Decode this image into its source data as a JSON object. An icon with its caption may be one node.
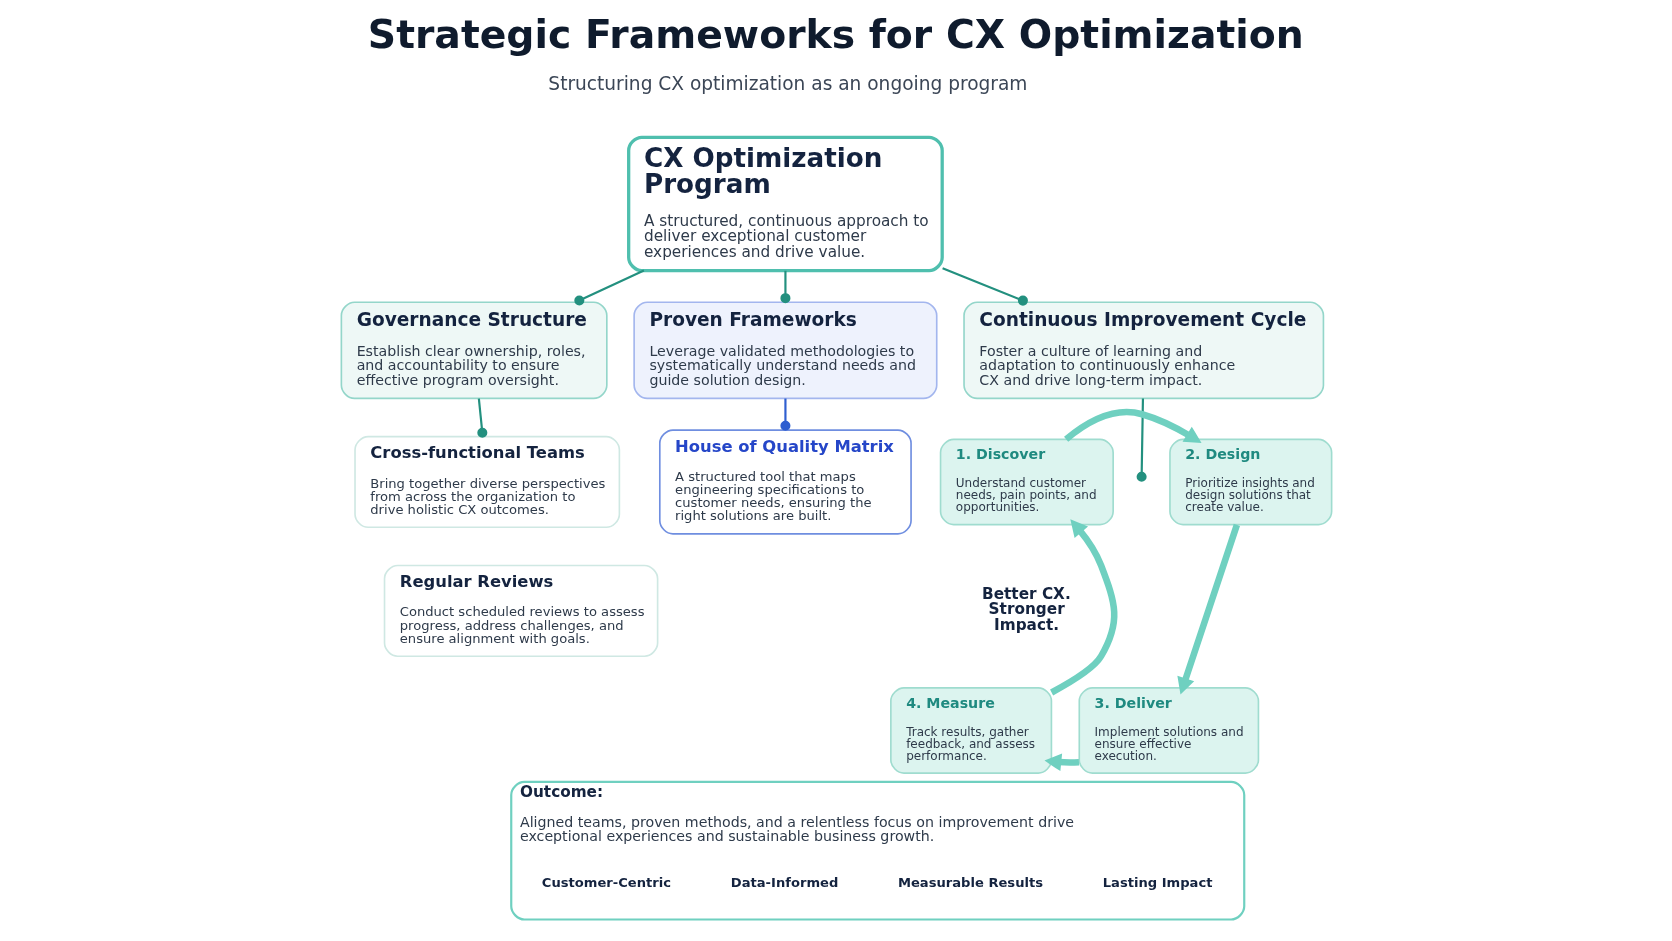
{
  "diagram": {
    "title": "Strategic Frameworks for CX Optimization",
    "nodes": [
      {
        "text": [
          "CX Optimization Program",
          "A structured, continuous approach to deliver exceptional customer experiences and drive value."
        ]
      },
      {
        "text": [
          "Governance Structure",
          "Establish clear ownership, roles, and accountability to ensure effective program oversight."
        ]
      },
      {
        "text": [
          "Proven Frameworks",
          "Leverage validated methodologies to systematically understand needs and guide solution design."
        ]
      },
      {
        "text": [
          "Continuous Improvement Cycle",
          "Foster a culture of learning and adaptation to continuously enhance CX and drive long-term impact."
        ]
      },
      {
        "text": [
          "Cross-functional Teams",
          "Bring together diverse perspectives from across the organization to drive holistic CX outcomes."
        ]
      },
      {
        "text": [
          "Regular Reviews",
          "Conduct scheduled reviews to assess progress, address challenges, and ensure alignment with goals."
        ]
      },
      {
        "text": [
          "House of Quality Matrix",
          "A structured tool that maps engineering specifications to customer needs, ensuring the right solutions are built."
        ]
      },
      {
        "text": [
          "1. Discover",
          "Understand customer needs, pain points, and opportunities."
        ]
      },
      {
        "text": [
          "2. Design",
          "Prioritize insights and design solutions that create value."
        ]
      },
      {
        "text": [
          "4. Measure",
          "Track results, gather feedback, and assess performance."
        ]
      },
      {
        "text": [
          "3. Deliver",
          "Implement solutions and ensure effective execution."
        ]
      },
      {
        "text": [
          "Outcome:",
          "Aligned teams, proven methods, and a relentless focus on improvement drive exceptional experiences and sustainable business growth."
        ]
      },
      {
        "text": [
          "Customer-Centric"
        ],
        "in": 11
      },
      {
        "text": [
          "Data-Informed"
        ],
        "in": 11
      },
      {
        "text": [
          "Measurable Results"
        ],
        "in": 11
      },
      {
        "text": [
          "Lasting Impact"
        ],
        "in": 11
      }
    ],
    "edges": [
      {
        "from": 0,
        "to": 1,
        "arrow": "other"
      },
      {
        "from": 0,
        "to": 2,
        "arrow": "other"
      },
      {
        "from": 0,
        "to": 3,
        "arrow": "other"
      },
      {
        "from": 1,
        "to": 4,
        "arrow": "other"
      },
      {
        "from": 2,
        "to": 6,
        "arrow": "other",
        "color": "#2f5fd0"
      },
      {
        "from": 3,
        "to": null,
        "arrow": "other"
      },
      {
        "from": 7,
        "to": 8,
        "arrow": "to",
        "style": "thick",
        "color": "#6fd0c0"
      },
      {
        "from": 8,
        "to": 10,
        "arrow": "to",
        "style": "thick",
        "color": "#6fd0c0"
      },
      {
        "from": 10,
        "to": 9,
        "arrow": "to",
        "style": "thick",
        "color": "#6fd0c0"
      },
      {
        "from": 9,
        "to": 7,
        "arrow": "to",
        "style": "thick",
        "color": "#6fd0c0"
      }
    ],
    "labels": [
      "Structuring CX optimization as an ongoing program",
      "Better CX. Stronger Impact."
    ]
  }
}
